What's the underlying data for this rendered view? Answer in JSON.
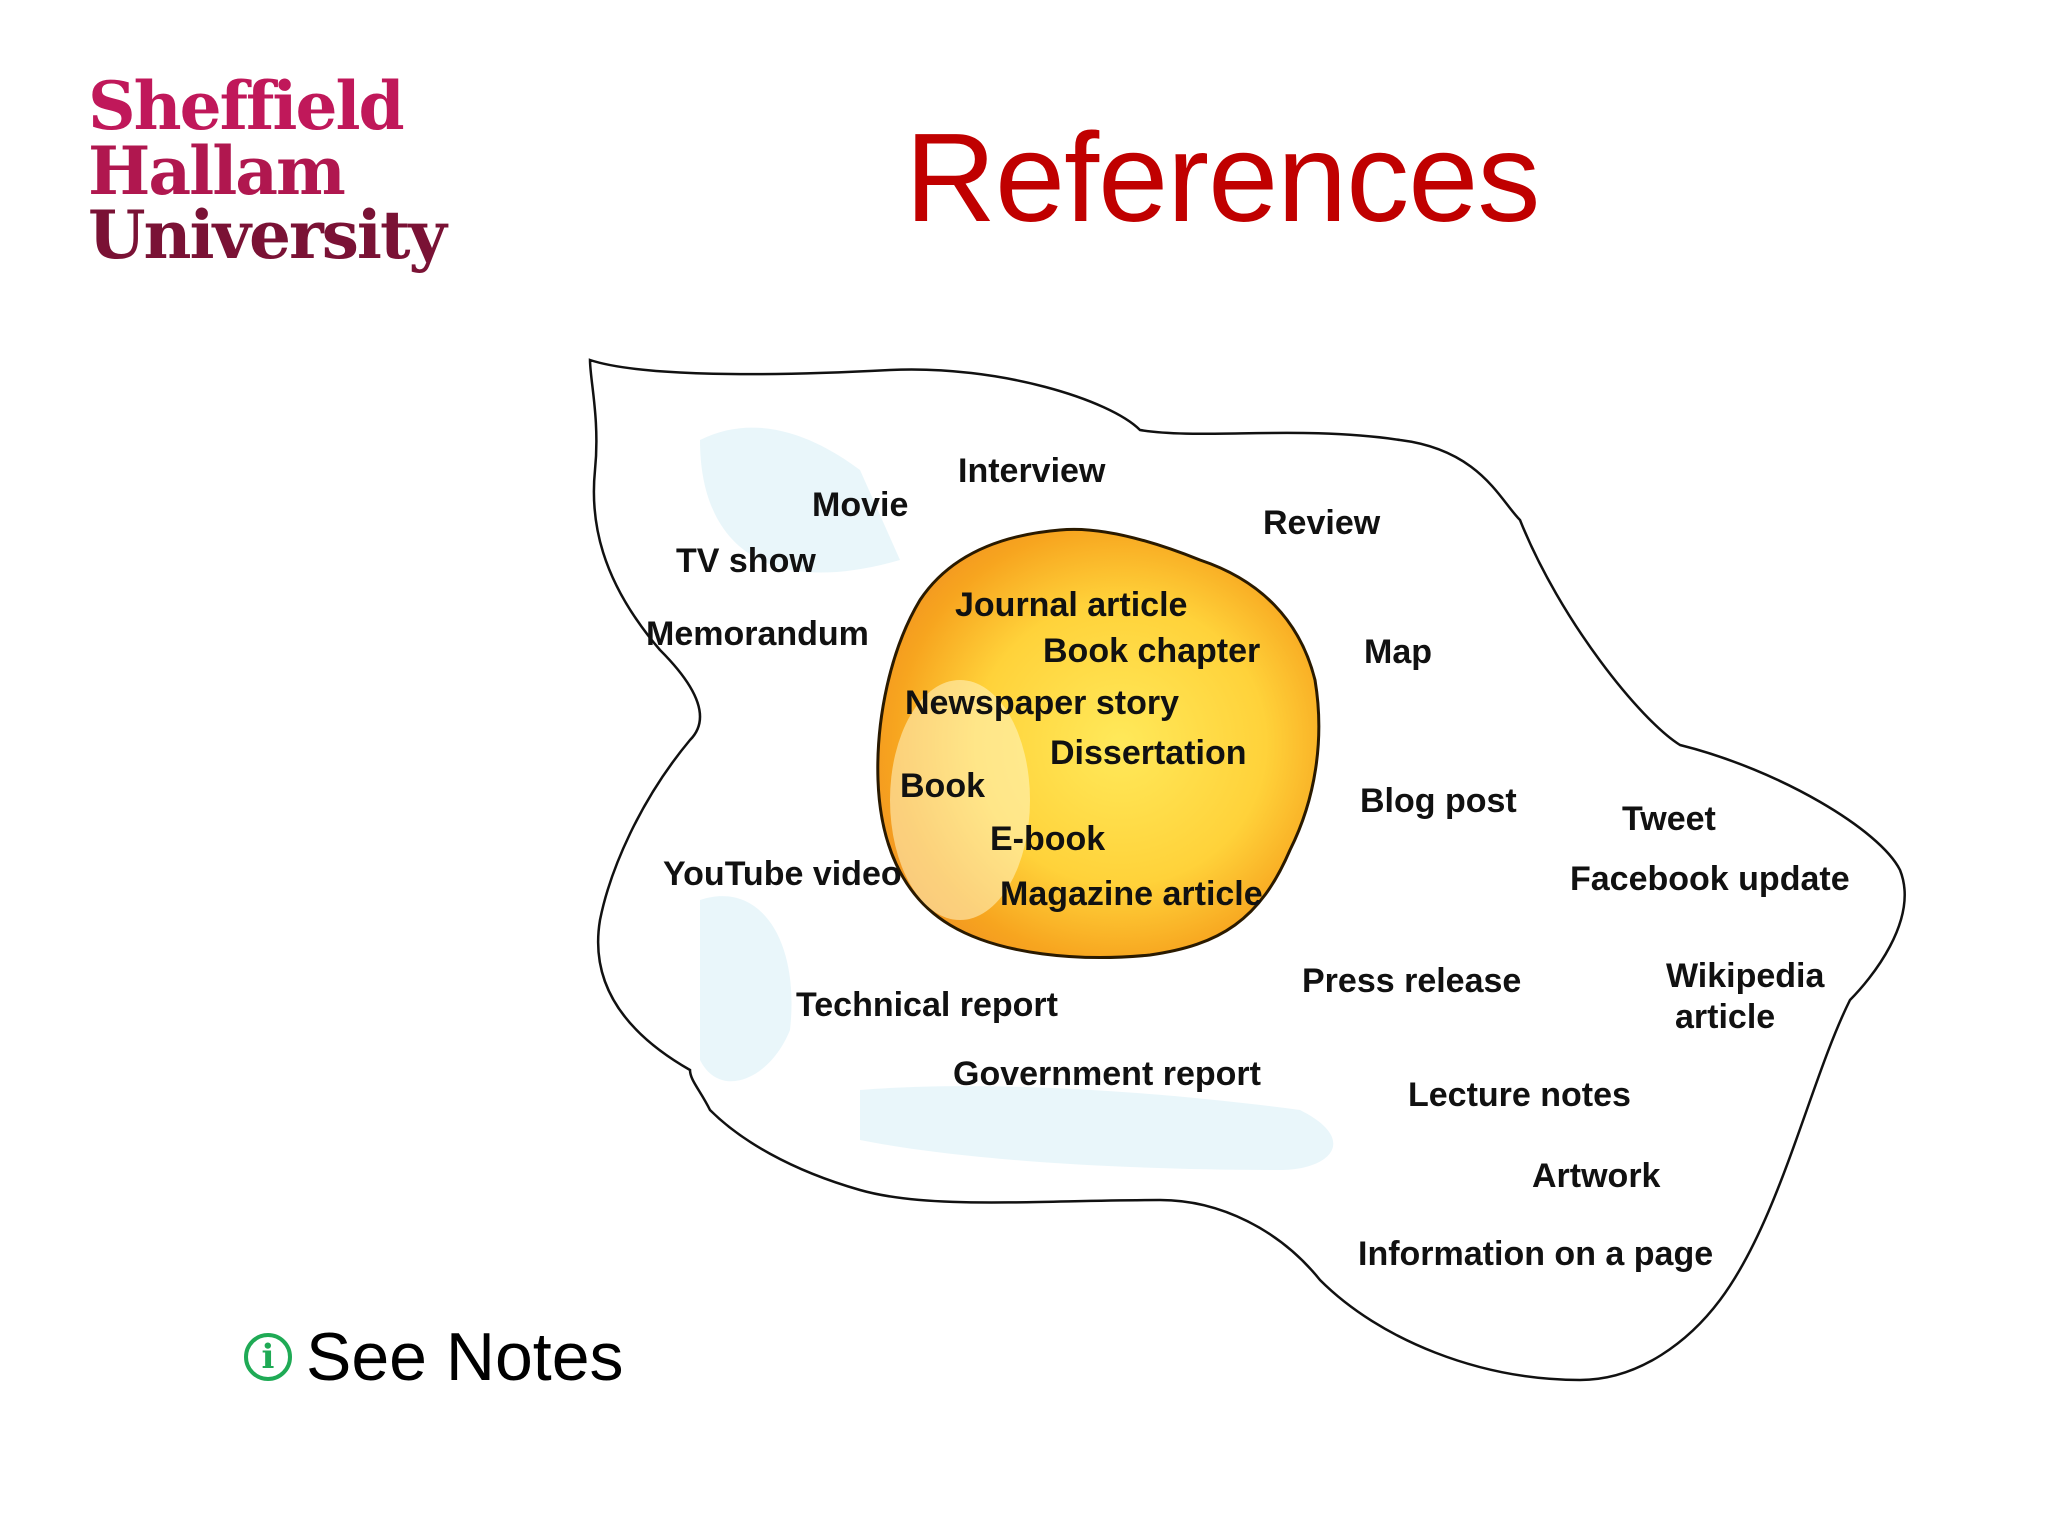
{
  "logo": {
    "line1": "Sheffield",
    "line2": "Hallam",
    "line3": "University"
  },
  "title": "References",
  "colors": {
    "title": "#c00000",
    "logo_primary": "#c0185a",
    "logo_dark": "#7a1235",
    "core_fill": "#ffd24a",
    "notes_icon": "#1faa55"
  },
  "diagram": {
    "core_items": [
      {
        "id": "journal-article",
        "text": "Journal article"
      },
      {
        "id": "book-chapter",
        "text": "Book chapter"
      },
      {
        "id": "newspaper-story",
        "text": "Newspaper story"
      },
      {
        "id": "dissertation",
        "text": "Dissertation"
      },
      {
        "id": "book",
        "text": "Book"
      },
      {
        "id": "e-book",
        "text": "E-book"
      },
      {
        "id": "magazine-article",
        "text": "Magazine article"
      }
    ],
    "outer_items": [
      {
        "id": "interview",
        "text": "Interview"
      },
      {
        "id": "movie",
        "text": "Movie"
      },
      {
        "id": "tv-show",
        "text": "TV show"
      },
      {
        "id": "memorandum",
        "text": "Memorandum"
      },
      {
        "id": "review",
        "text": "Review"
      },
      {
        "id": "map",
        "text": "Map"
      },
      {
        "id": "blog-post",
        "text": "Blog post"
      },
      {
        "id": "tweet",
        "text": "Tweet"
      },
      {
        "id": "facebook-update",
        "text": "Facebook update"
      },
      {
        "id": "youtube-video",
        "text": "YouTube video"
      },
      {
        "id": "press-release",
        "text": "Press release"
      },
      {
        "id": "wikipedia-article-1",
        "text": "Wikipedia"
      },
      {
        "id": "wikipedia-article-2",
        "text": "article"
      },
      {
        "id": "technical-report",
        "text": "Technical report"
      },
      {
        "id": "government-report",
        "text": "Government report"
      },
      {
        "id": "lecture-notes",
        "text": "Lecture notes"
      },
      {
        "id": "artwork",
        "text": "Artwork"
      },
      {
        "id": "information-on-a-page",
        "text": "Information on a page"
      }
    ]
  },
  "notes": {
    "icon": "info-icon",
    "label": "See Notes"
  }
}
